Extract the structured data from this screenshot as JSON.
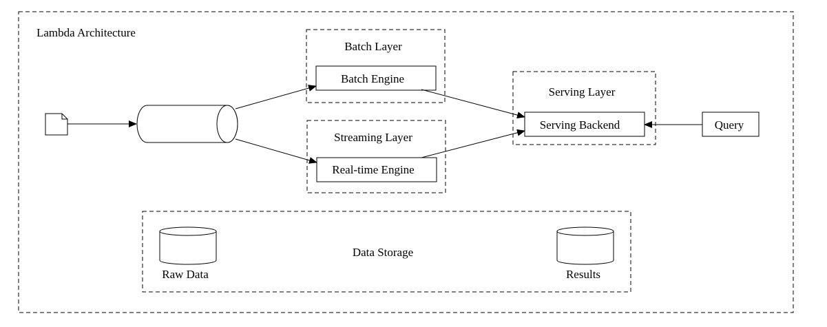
{
  "diagram": {
    "title": "Lambda Architecture",
    "layers": {
      "batch": {
        "label": "Batch Layer",
        "engine": "Batch Engine"
      },
      "streaming": {
        "label": "Streaming Layer",
        "engine": "Real-time Engine"
      },
      "serving": {
        "label": "Serving Layer",
        "backend": "Serving Backend"
      }
    },
    "query": "Query",
    "storage": {
      "label": "Data Storage",
      "raw": "Raw Data",
      "results": "Results"
    }
  }
}
